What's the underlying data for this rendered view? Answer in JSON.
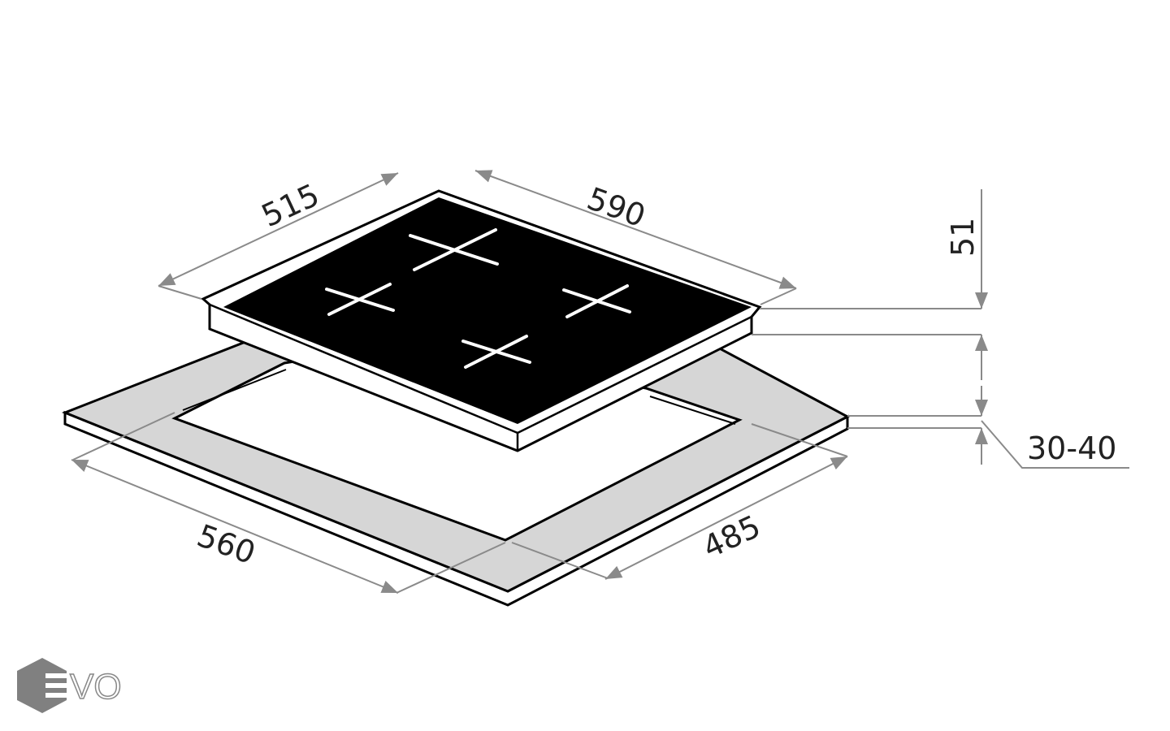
{
  "dimensions": {
    "hob_depth": "515",
    "hob_width": "590",
    "hob_height": "51",
    "cutout_width": "560",
    "cutout_depth": "485",
    "countertop_thickness": "30-40"
  },
  "logo": {
    "text": "EVO"
  },
  "colors": {
    "line": "#000000",
    "dimension": "#8a8a8a",
    "countertop": "#d6d6d6",
    "glass": "#000000"
  }
}
